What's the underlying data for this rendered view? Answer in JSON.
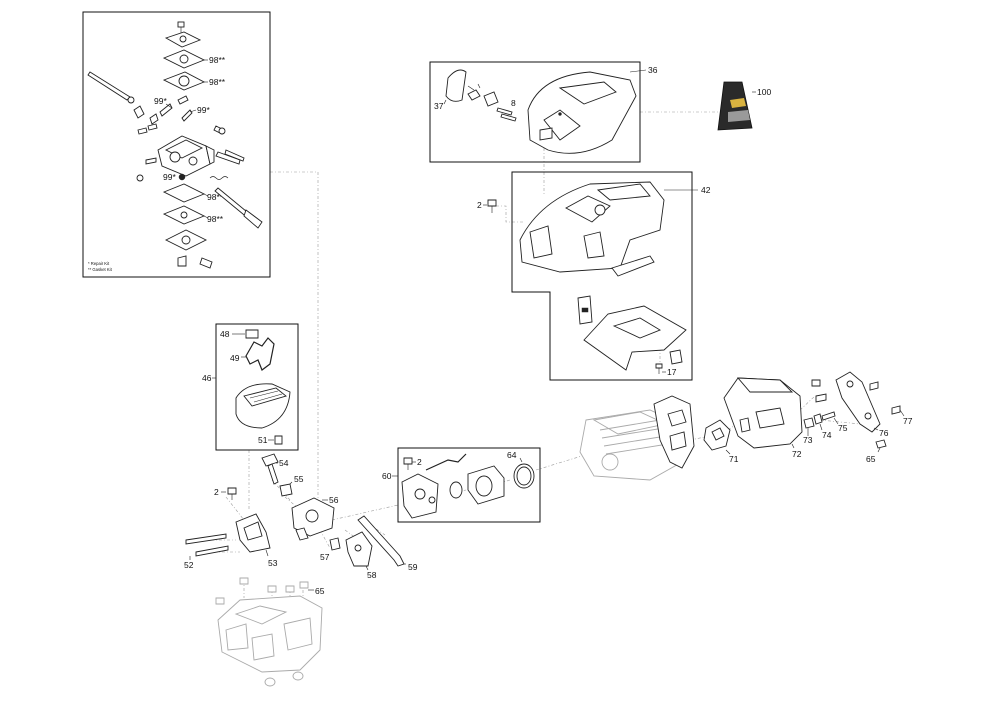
{
  "diagram": {
    "carburetor_box": {
      "labels": [
        "98**",
        "98**",
        "99*",
        "99*",
        "99*",
        "98**",
        "98**"
      ],
      "legend": [
        "* Repair Kit",
        "** Gasket Kit"
      ]
    },
    "callouts": {
      "p36": "36",
      "p37": "37",
      "p8": "8",
      "p100": "100",
      "p2a": "2",
      "p42": "42",
      "p17": "17",
      "p48": "48",
      "p49": "49",
      "p46": "46",
      "p51": "51",
      "p54": "54",
      "p55": "55",
      "p56": "56",
      "p2b": "2",
      "p52": "52",
      "p53": "53",
      "p57": "57",
      "p58": "58",
      "p59": "59",
      "p60": "60",
      "p2c": "2",
      "p64": "64",
      "p65a": "65",
      "p71": "71",
      "p72": "72",
      "p73": "73",
      "p74": "74",
      "p75": "75",
      "p76": "76",
      "p77": "77",
      "p65b": "65"
    }
  }
}
